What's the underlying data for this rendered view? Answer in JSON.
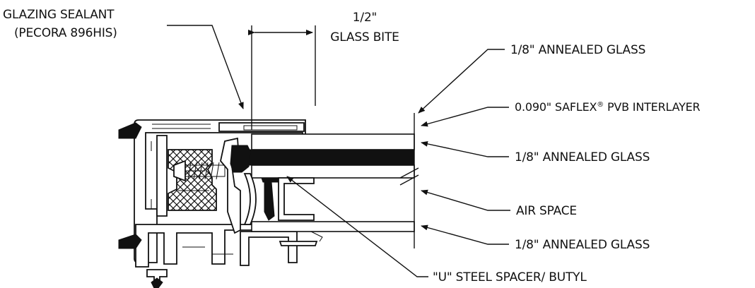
{
  "callouts": {
    "sealant_line1": "GLAZING SEALANT",
    "sealant_line2": "(PECORA 896HIS)",
    "bite_dim": "1/2\"",
    "bite_label": "GLASS BITE",
    "glass_top": "1/8\" ANNEALED GLASS",
    "interlayer_prefix": "0.090\" SAFLEX",
    "interlayer_reg": "®",
    "interlayer_suffix": " PVB INTERLAYER",
    "glass_mid": "1/8\" ANNEALED GLASS",
    "air_space": "AIR SPACE",
    "glass_bottom": "1/8\" ANNEALED GLASS",
    "spacer": "\"U\" STEEL SPACER/ BUTYL"
  },
  "colors": {
    "ink": "#111111",
    "background": "#ffffff"
  }
}
